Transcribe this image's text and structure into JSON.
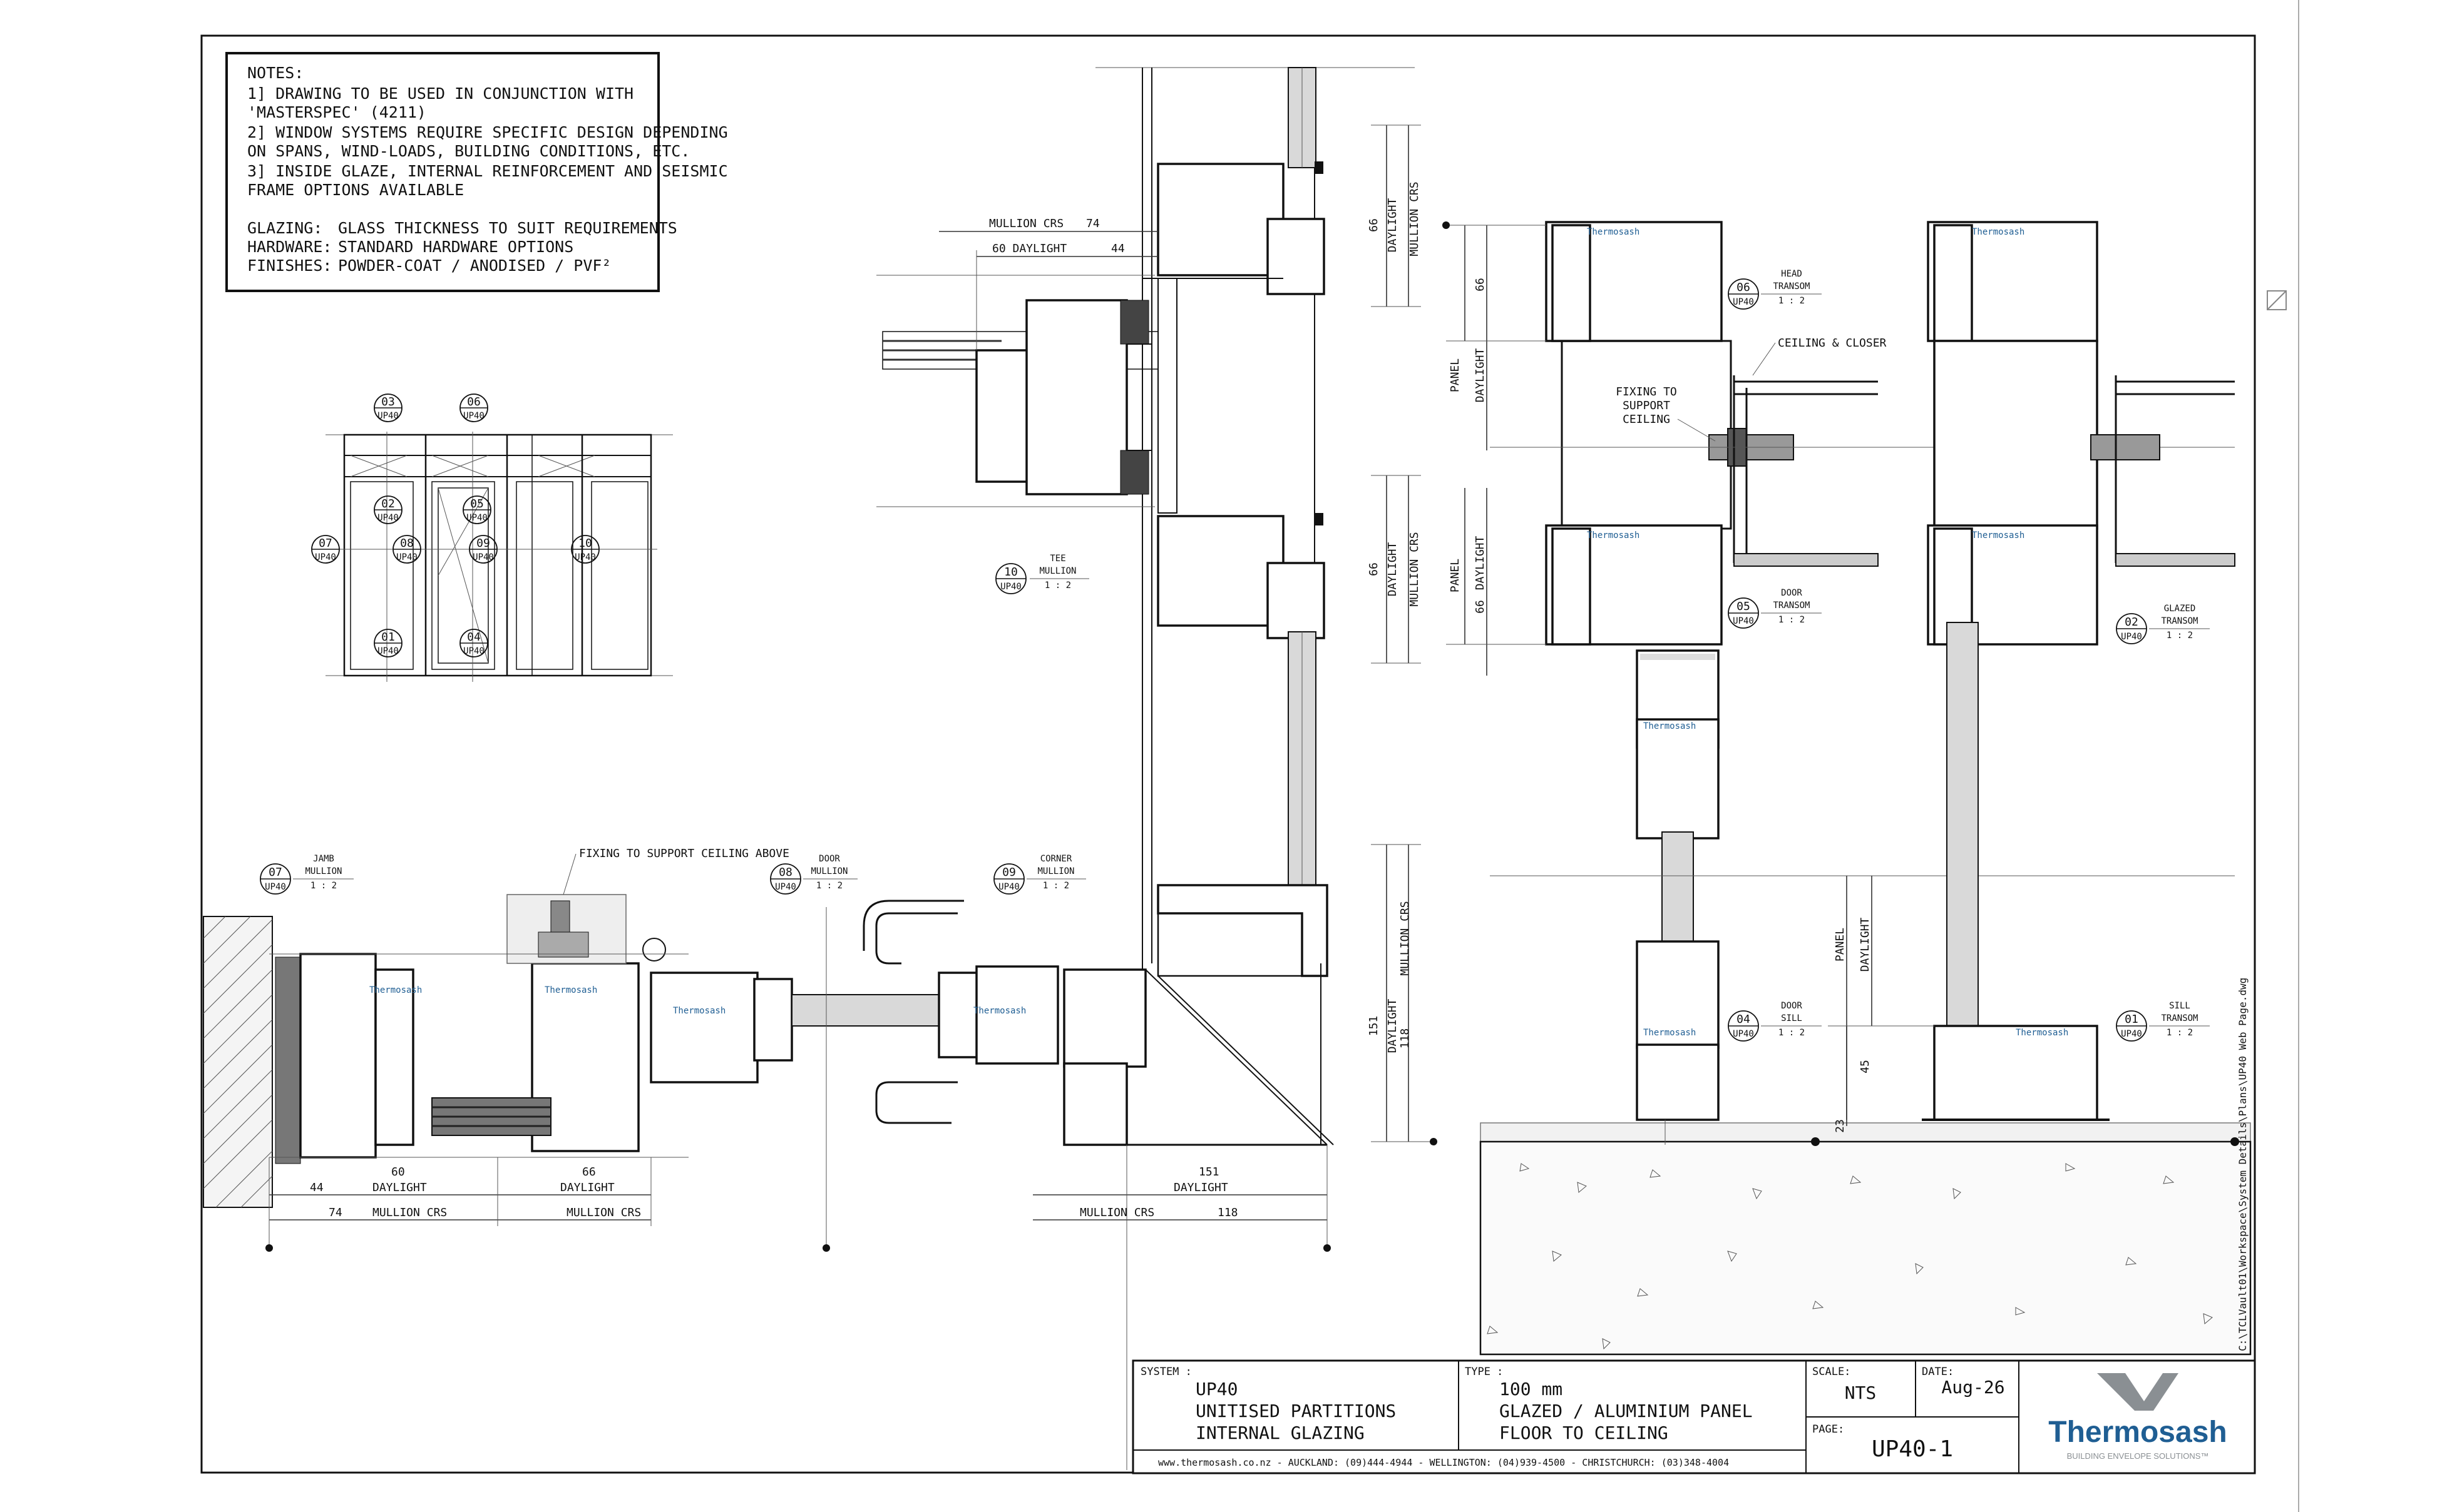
{
  "notes": {
    "heading": "NOTES:",
    "items": [
      "1] DRAWING TO BE USED IN CONJUNCTION WITH",
      "'MASTERSPEC' (4211)",
      "2] WINDOW SYSTEMS REQUIRE SPECIFIC DESIGN DEPENDING",
      "ON SPANS, WIND-LOADS, BUILDING CONDITIONS, ETC.",
      "3] INSIDE GLAZE, INTERNAL REINFORCEMENT AND SEISMIC",
      "FRAME OPTIONS AVAILABLE"
    ],
    "specs": [
      {
        "label": "GLAZING:",
        "value": "GLASS THICKNESS TO SUIT REQUIREMENTS"
      },
      {
        "label": "HARDWARE:",
        "value": "STANDARD HARDWARE OPTIONS"
      },
      {
        "label": "FINISHES:",
        "value": "POWDER-COAT / ANODISED / PVF²"
      }
    ]
  },
  "elevation_tags": {
    "t03": [
      "03",
      "UP40"
    ],
    "t06": [
      "06",
      "UP40"
    ],
    "t02": [
      "02",
      "UP40"
    ],
    "t05": [
      "05",
      "UP40"
    ],
    "t07": [
      "07",
      "UP40"
    ],
    "t08": [
      "08",
      "UP40"
    ],
    "t09": [
      "09",
      "UP40"
    ],
    "t10": [
      "10",
      "UP40"
    ],
    "t01": [
      "01",
      "UP40"
    ],
    "t04": [
      "04",
      "UP40"
    ]
  },
  "details": {
    "jamb": {
      "num": "07",
      "sheet": "UP40",
      "title1": "JAMB",
      "title2": "MULLION",
      "scale": "1 : 2"
    },
    "door_mullion": {
      "num": "08",
      "sheet": "UP40",
      "title1": "DOOR",
      "title2": "MULLION",
      "scale": "1 : 2"
    },
    "corner": {
      "num": "09",
      "sheet": "UP40",
      "title1": "CORNER",
      "title2": "MULLION",
      "scale": "1 : 2"
    },
    "tee": {
      "num": "10",
      "sheet": "UP40",
      "title1": "TEE",
      "title2": "MULLION",
      "scale": "1 : 2"
    },
    "head": {
      "num": "06",
      "sheet": "UP40",
      "title1": "HEAD",
      "title2": "TRANSOM",
      "scale": "1 : 2"
    },
    "door_transom": {
      "num": "05",
      "sheet": "UP40",
      "title1": "DOOR",
      "title2": "TRANSOM",
      "scale": "1 : 2"
    },
    "glazed_transom": {
      "num": "02",
      "sheet": "UP40",
      "title1": "GLAZED",
      "title2": "TRANSOM",
      "scale": "1 : 2"
    },
    "door_sill": {
      "num": "04",
      "sheet": "UP40",
      "title1": "DOOR",
      "title2": "SILL",
      "scale": "1 : 2"
    },
    "sill_transom": {
      "num": "01",
      "sheet": "UP40",
      "title1": "SILL",
      "title2": "TRANSOM",
      "scale": "1 : 2"
    }
  },
  "annotations": {
    "fixing_ceiling_above": "FIXING TO SUPPORT CEILING ABOVE",
    "ceiling_closer": "CEILING & CLOSER",
    "fixing_support": [
      "FIXING TO",
      "SUPPORT",
      "CEILING"
    ],
    "brand_small": "Thermosash",
    "brand_suffix": "UP40"
  },
  "dimensions": {
    "mullion_crs": "MULLION CRS",
    "daylight": "DAYLIGHT",
    "panel": "PANEL",
    "v74": "74",
    "v60_daylight": "60 DAYLIGHT",
    "v44": "44",
    "v60": "60",
    "v66": "66",
    "v151": "151",
    "v118": "118",
    "v45": "45",
    "v23": "23"
  },
  "file_path": "C:\\TCLVault01\\Workspace\\System Details\\Plans\\UP40 Web Page.dwg",
  "title_block": {
    "system_label": "SYSTEM :",
    "system_lines": [
      "UP40",
      "UNITISED PARTITIONS",
      "INTERNAL GLAZING"
    ],
    "type_label": "TYPE :",
    "type_lines": [
      "100 mm",
      "GLAZED / ALUMINIUM PANEL",
      "FLOOR TO CEILING"
    ],
    "scale_label": "SCALE:",
    "scale_value": "NTS",
    "date_label": "DATE:",
    "date_value": "Aug-26",
    "page_label": "PAGE:",
    "page_value": "UP40-1",
    "logo_name": "Thermosash",
    "logo_tagline": "BUILDING ENVELOPE SOLUTIONS™",
    "footer": "www.thermosash.co.nz  -  AUCKLAND: (09)444-4944  -  WELLINGTON: (04)939-4500  -  CHRISTCHURCH: (03)348-4004"
  },
  "colors": {
    "line": "#111111",
    "brand": "#1f5e93",
    "logo_grey": "#8a8f93"
  }
}
